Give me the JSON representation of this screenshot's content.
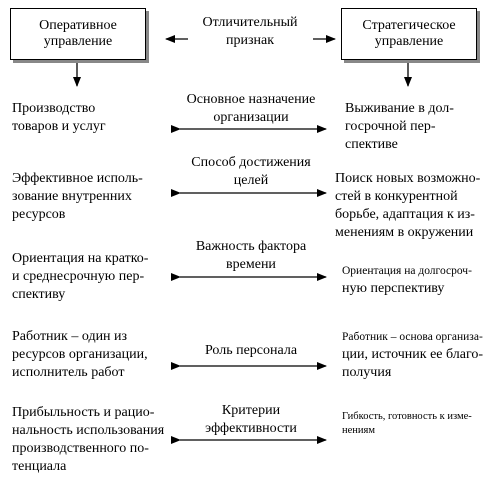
{
  "header": {
    "left_box": [
      "Оперативное",
      "управление"
    ],
    "center": [
      "Отличительный",
      "признак"
    ],
    "right_box": [
      "Стратегическое",
      "управление"
    ]
  },
  "rows": [
    {
      "left": [
        "Производство",
        "товаров и услуг"
      ],
      "center": [
        "Основное назначение",
        "организации"
      ],
      "right": [
        "Выживание в дол-",
        "госрочной пер-",
        "спективе"
      ]
    },
    {
      "left": [
        "Эффективное исполь-",
        "зование внутренних",
        "ресурсов"
      ],
      "center": [
        "Способ достижения",
        "целей"
      ],
      "right": [
        "Поиск новых возможно-",
        "стей в конкурентной",
        "борьбе, адаптация к из-",
        "менениям в окружении"
      ]
    },
    {
      "left": [
        "Ориентация на кратко-",
        "и среднесрочную пер-",
        "спективу"
      ],
      "center": [
        "Важность фактора",
        "времени"
      ],
      "right": [
        "Ориентация на долгосроч-",
        "ную перспективу"
      ]
    },
    {
      "left": [
        "Работник – один из",
        "ресурсов организации,",
        "исполнитель работ"
      ],
      "center": [
        "Роль персонала"
      ],
      "right": [
        "Работник – основа организа-",
        "ции, источник ее благо-",
        "получия"
      ]
    },
    {
      "left": [
        "Прибыльность и рацио-",
        "нальность использования",
        "производственного по-",
        "тенциала"
      ],
      "center": [
        "Критерии",
        "эффективности"
      ],
      "right": [
        "Гибкость, готовность к изме-",
        "нениям"
      ]
    }
  ]
}
